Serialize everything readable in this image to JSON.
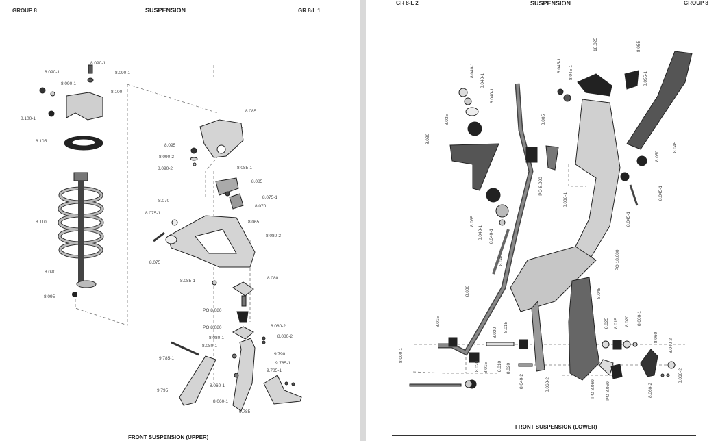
{
  "left_page": {
    "header_left": "GROUP 8",
    "header_title": "SUSPENSION",
    "header_right": "GR 8-L 1",
    "caption": "FRONT SUSPENSION (UPPER)",
    "labels": [
      "8.090-1",
      "8.090-1",
      "8.090-1",
      "8.090-1",
      "8.100",
      "8.100-1",
      "8.105",
      "8.085",
      "8.095",
      "8.090-2",
      "8.090-2",
      "8.085-1",
      "8.085",
      "8.075-1",
      "8.070",
      "8.070",
      "8.075-1",
      "8.110",
      "8.065",
      "8.080-2",
      "8.075",
      "8.090",
      "8.085-1",
      "8.080",
      "8.095",
      "PO 8.080",
      "PO 8.080",
      "8.080-2",
      "8.080-1",
      "8.080-2",
      "8.080-1",
      "9.790",
      "9.785-1",
      "9.785-1",
      "9.785-1",
      "8.060-1",
      "9.795",
      "8.060-1",
      "9.785"
    ]
  },
  "right_page": {
    "header_left": "GR 8-L 2",
    "header_title": "SUSPENSION",
    "header_right": "GROUP 8",
    "caption": "FRONT SUSPENSION (LOWER)",
    "labels": [
      "8.040-1",
      "8.040-1",
      "8.040-1",
      "8.035",
      "8.030",
      "8.005",
      "PO 8.000",
      "8.006-1",
      "8.045-1",
      "8.045-1",
      "18.025",
      "8.055",
      "8.055-1",
      "8.045",
      "8.050",
      "8.045-1",
      "8.045-1",
      "8.035",
      "8.040-1",
      "8.040-1",
      "8.040",
      "PO 18.000",
      "8.000",
      "8.045",
      "8.015",
      "8.020",
      "8.015",
      "8.025",
      "8.015",
      "8.020",
      "8.000-1",
      "8.060",
      "8.040-2",
      "8.000-1",
      "8.020",
      "8.015",
      "8.010",
      "8.020",
      "8.040-2",
      "8.060-2",
      "PO 8.060",
      "PO 8.060",
      "8.060-2",
      "8.060-2"
    ]
  }
}
